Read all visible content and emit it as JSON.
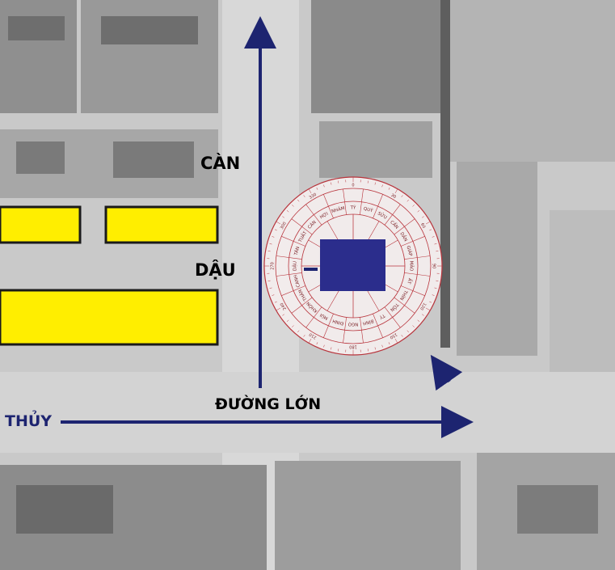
{
  "labels": {
    "can": "CÀN",
    "dau": "DẬU",
    "main_road": "ĐƯỜNG LỚN",
    "thuy": "THỦY"
  },
  "compass": {
    "directions": [
      "NHÂM",
      "TÝ",
      "QUÝ",
      "SỬU",
      "CẤN",
      "DẦN",
      "GIÁP",
      "MÃO",
      "ẤT",
      "THÌN",
      "TỐN",
      "TỴ",
      "BÍNH",
      "NGỌ",
      "ĐINH",
      "MÙI",
      "KHÔN",
      "THÂN",
      "CANH",
      "DẬU",
      "TÂN",
      "TUẤT",
      "CÀN",
      "HỢI"
    ],
    "degrees": [
      "0",
      "30",
      "60",
      "90",
      "120",
      "150",
      "180",
      "210",
      "240",
      "270",
      "300",
      "330"
    ]
  },
  "colors": {
    "arrow": "#1d2470",
    "building": "#ffee00",
    "house": "#2b2d8c",
    "compass_line": "#b8343c",
    "background": "#c9c9c9"
  }
}
